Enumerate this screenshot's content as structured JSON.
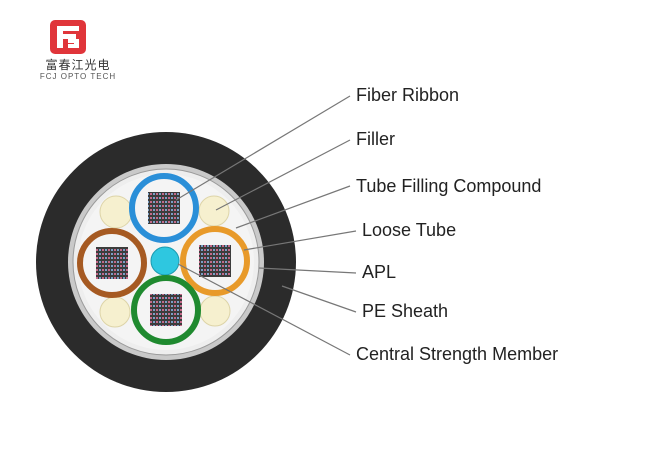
{
  "brand": {
    "name_cn": "富春江光电",
    "name_en": "FCJ OPTO TECH",
    "logo_color": "#e0353a"
  },
  "labels": {
    "fiber_ribbon": "Fiber Ribbon",
    "filler": "Filler",
    "tube_filling_compound": "Tube Filling Compound",
    "loose_tube": "Loose Tube",
    "apl": "APL",
    "pe_sheath": "PE Sheath",
    "central_strength_member": "Central Strength Member"
  },
  "colors": {
    "sheath": "#2b2b2b",
    "apl": "#c9c9c9",
    "filling": "#f2f2f2",
    "tube_blue": "#2a8fd8",
    "tube_brown": "#a65a22",
    "tube_orange": "#e89a2a",
    "tube_green": "#1f8a2f",
    "central_member": "#2ec7e0",
    "filler": "#f6f0cf",
    "ribbon": "#444444",
    "leader_line": "#777777"
  }
}
